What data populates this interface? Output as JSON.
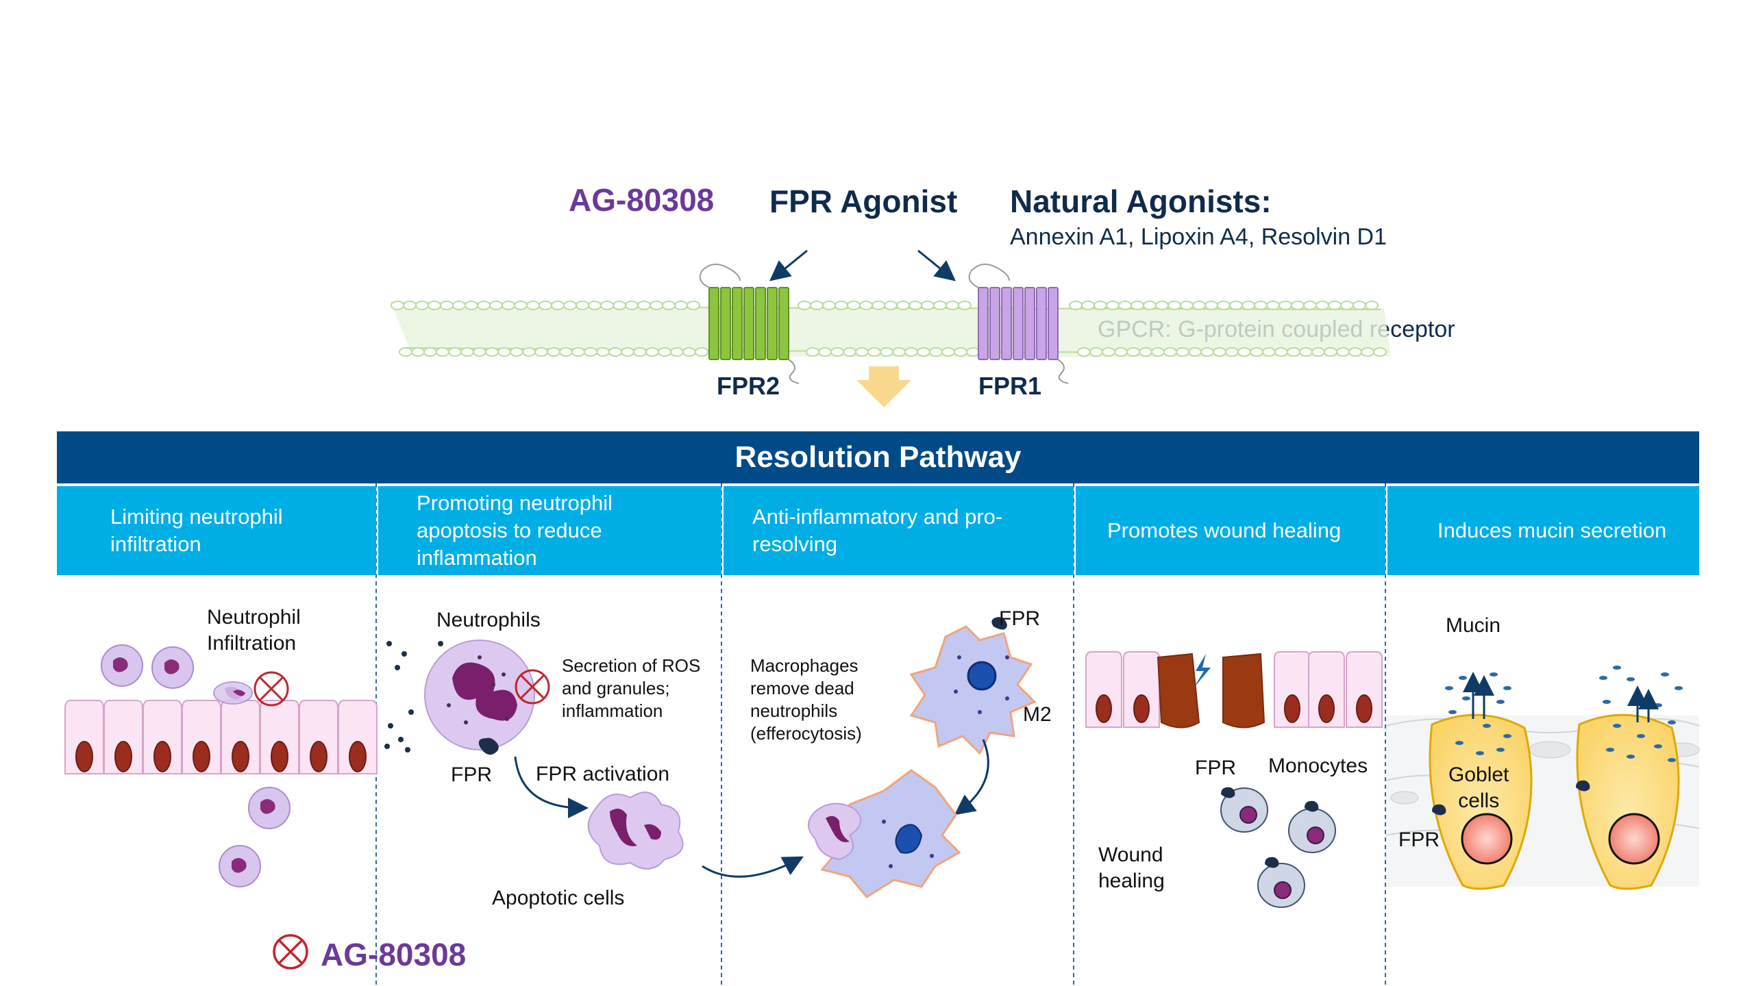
{
  "top": {
    "drug_name": "AG-80308",
    "fpr_agonist": "FPR Agonist",
    "natural_agonists_title": "Natural Agonists:",
    "natural_agonists_list": "Annexin A1, Lipoxin A4, Resolvin D1",
    "gpcr_label": "GPCR: G-protein coupled receptor",
    "receptor_left": "FPR2",
    "receptor_right": "FPR1"
  },
  "banner": "Resolution Pathway",
  "panels": [
    {
      "header": "Limiting neutrophil\ninfiltration"
    },
    {
      "header": "Promoting neutrophil\napoptosis to reduce\ninflammation"
    },
    {
      "header": "Anti-inflammatory and pro-\nresolving"
    },
    {
      "header": "Promotes wound healing"
    },
    {
      "header": "Induces mucin secretion"
    }
  ],
  "labels": {
    "neutrophil_infiltration": "Neutrophil\nInfiltration",
    "drug_bottom": "AG-80308",
    "neutrophils": "Neutrophils",
    "secretion": "Secretion of ROS\nand granules;\ninflammation",
    "fpr_p2": "FPR",
    "fpr_activation": "FPR activation",
    "apoptotic_cells": "Apoptotic cells",
    "macrophages": "Macrophages\nremove dead\nneutrophils\n(efferocytosis)",
    "fpr_p3": "FPR",
    "m2": "M2",
    "fpr_p4": "FPR",
    "monocytes": "Monocytes",
    "wound_healing": "Wound\nhealing",
    "mucin": "Mucin",
    "goblet_cells": "Goblet\ncells",
    "fpr_p5": "FPR"
  },
  "colors": {
    "banner": "#004a87",
    "panel_header": "#00aee6",
    "drug": "#6b3a99",
    "fpr2": "#8cc63f",
    "fpr1": "#c9a4e6",
    "membrane": "#c6e3b0",
    "inhibit": "#c0272d"
  }
}
